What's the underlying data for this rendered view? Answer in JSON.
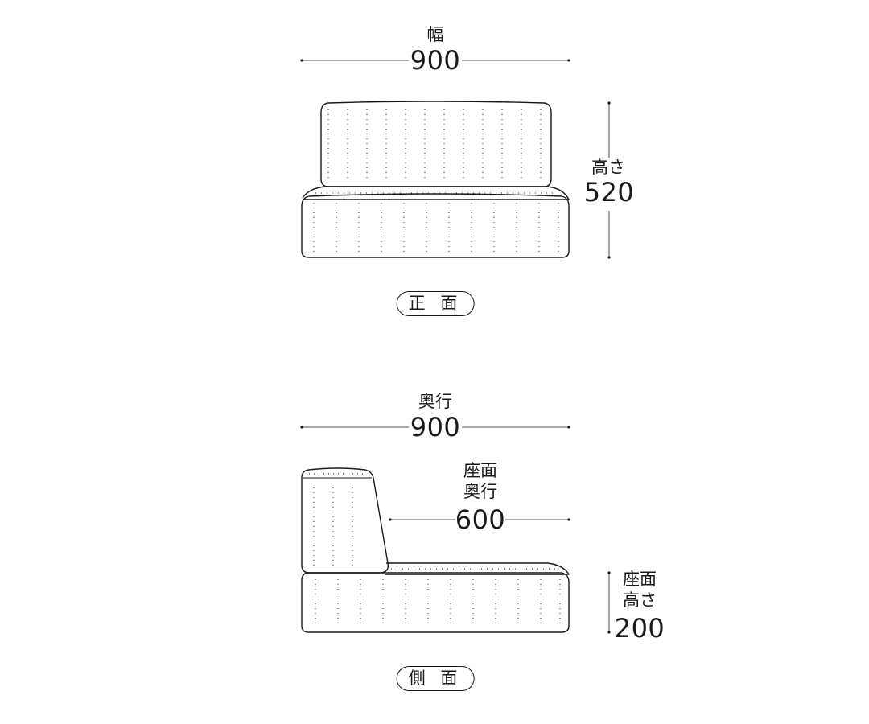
{
  "front_view": {
    "width_label": "幅",
    "width_value": "900",
    "height_label": "高さ",
    "height_value": "520",
    "view_name": "正 面"
  },
  "side_view": {
    "depth_label": "奥行",
    "depth_value": "900",
    "seat_depth_label_line1": "座面",
    "seat_depth_label_line2": "奥行",
    "seat_depth_value": "600",
    "seat_height_label_line1": "座面",
    "seat_height_label_line2": "高さ",
    "seat_height_value": "200",
    "view_name": "側 面"
  },
  "colors": {
    "line": "#1a1a1a",
    "background": "#ffffff"
  }
}
